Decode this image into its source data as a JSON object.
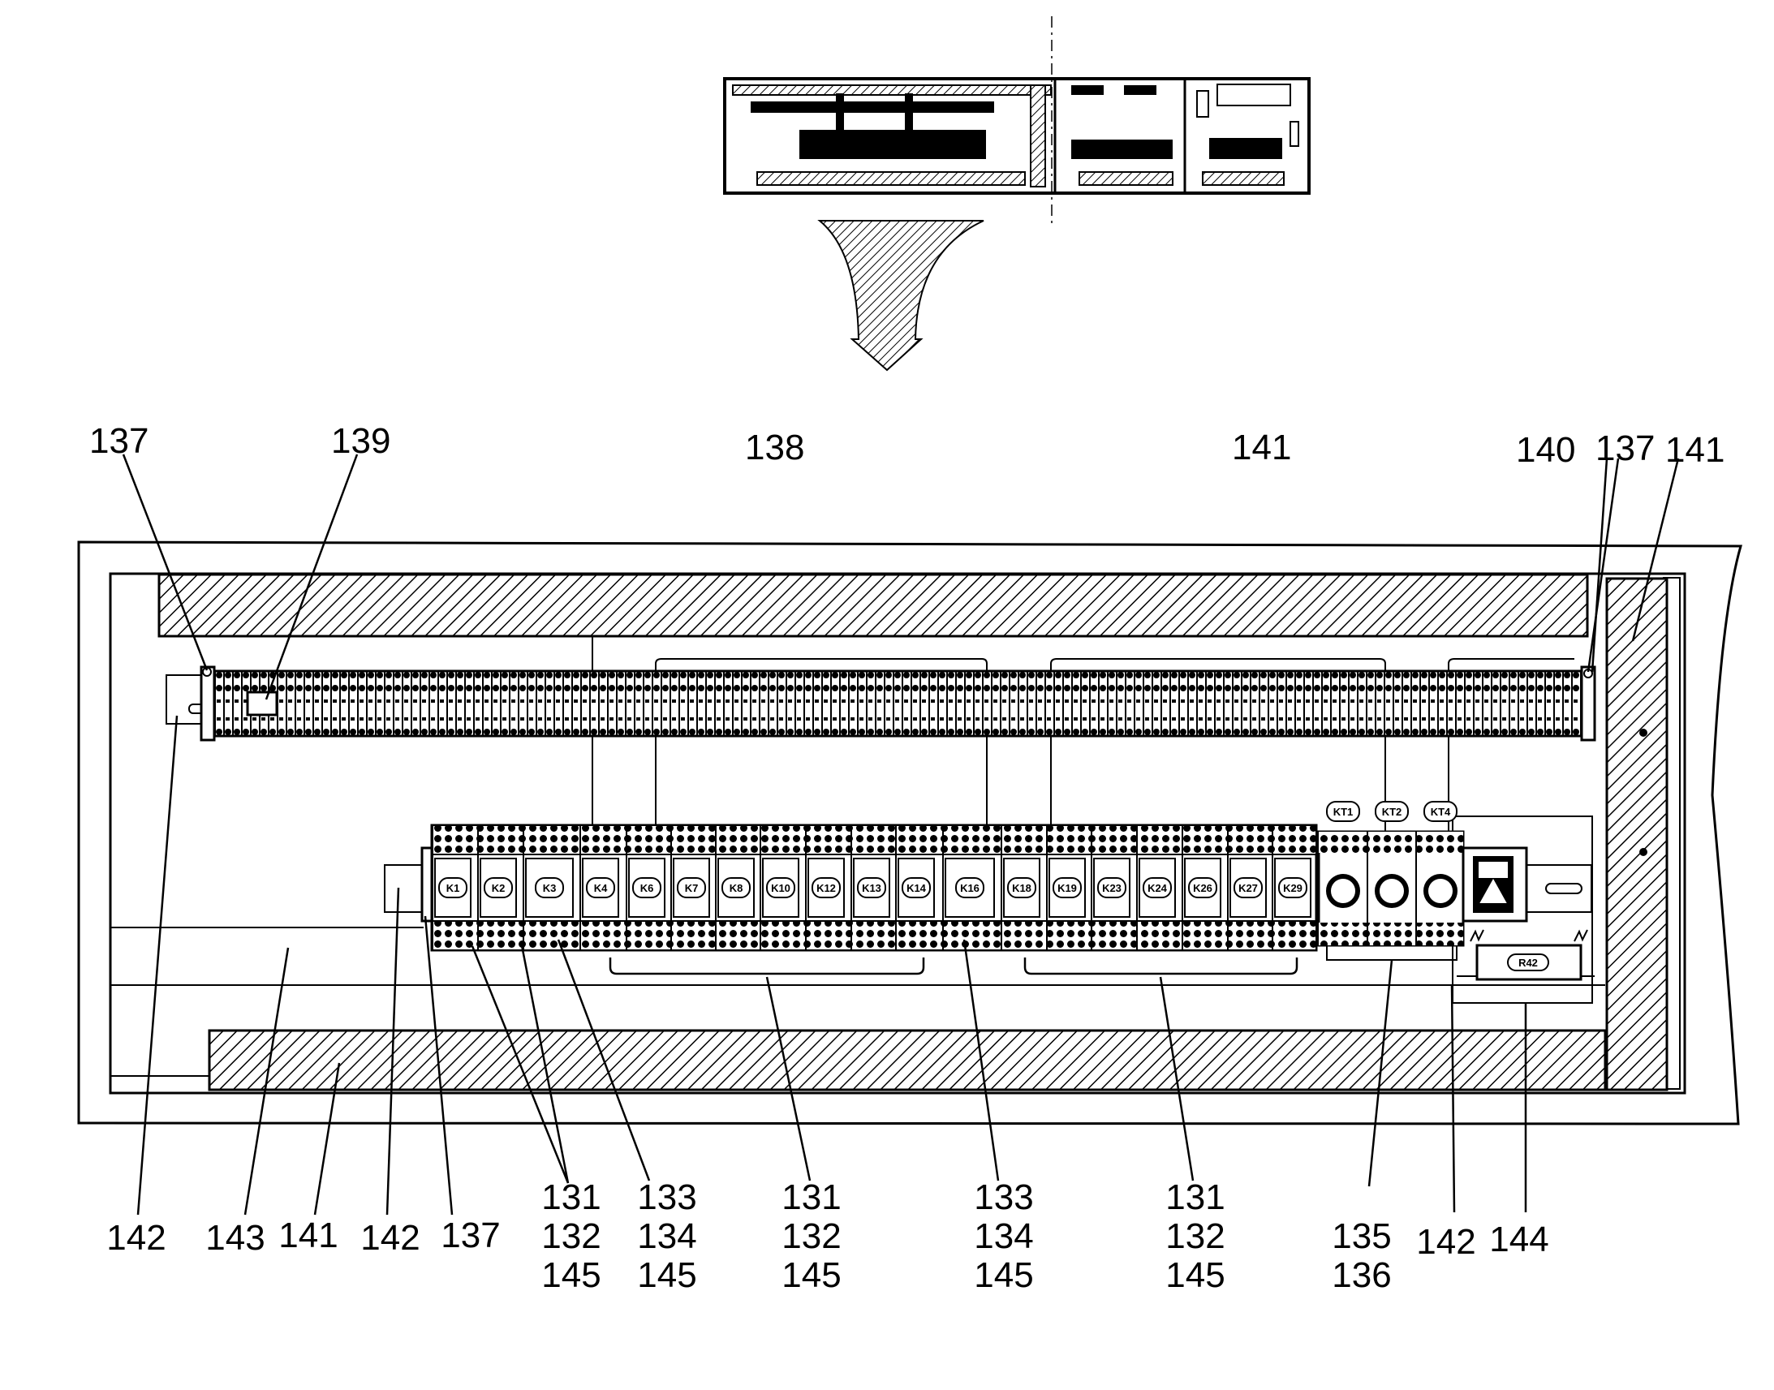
{
  "reference_labels": {
    "top_left_137": "137",
    "top_139": "139",
    "top_138": "138",
    "top_141": "141",
    "top_140": "140",
    "top_right_137": "137",
    "top_right_141": "141"
  },
  "bottom_labels": [
    {
      "lines": [
        "142"
      ]
    },
    {
      "lines": [
        "143"
      ]
    },
    {
      "lines": [
        "141"
      ]
    },
    {
      "lines": [
        "142"
      ]
    },
    {
      "lines": [
        "137"
      ]
    },
    {
      "lines": [
        "131",
        "132",
        "145"
      ]
    },
    {
      "lines": [
        "133",
        "134",
        "145"
      ]
    },
    {
      "lines": [
        "131",
        "132",
        "145"
      ]
    },
    {
      "lines": [
        "133",
        "134",
        "145"
      ]
    },
    {
      "lines": [
        "131",
        "132",
        "145"
      ]
    },
    {
      "lines": [
        "135",
        "136"
      ]
    },
    {
      "lines": [
        "142"
      ]
    },
    {
      "lines": [
        "144"
      ]
    }
  ],
  "relays": [
    "K1",
    "K2",
    "K3",
    "K4",
    "K6",
    "K7",
    "K8",
    "K10",
    "K12",
    "K13",
    "K14",
    "K16",
    "K18",
    "K19",
    "K23",
    "K24",
    "K26",
    "K27",
    "K29"
  ],
  "timers": [
    "KT1",
    "KT2",
    "KT4"
  ],
  "resistor": "R42",
  "colors": {
    "ink": "#000000",
    "paper": "#ffffff"
  }
}
